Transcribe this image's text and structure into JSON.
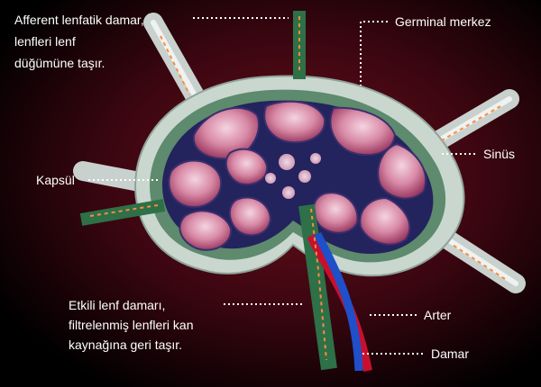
{
  "labels": {
    "afferent_line1": "Afferent lenfatik damar,",
    "afferent_line2": "lenfleri lenf",
    "afferent_line3": "düğümüne taşır.",
    "germinal": "Germinal merkez",
    "sinus": "Sinüs",
    "kapsul": "Kapsül",
    "efferent_line1": "Etkili lenf damarı,",
    "efferent_line2": "filtrelenmiş lenfleri kan",
    "efferent_line3": "kaynağına geri taşır.",
    "arter": "Arter",
    "damar": "Damar"
  },
  "colors": {
    "background_center": "#5e0c16",
    "background_edge": "#000000",
    "capsule": "#c9d7cf",
    "cortex_green": "#5e8a6d",
    "vessel_green": "#2e7048",
    "medulla_navy": "#23235e",
    "follicle_pink": "#d88aa6",
    "artery_red": "#c8102e",
    "vein_blue": "#1f4fc9",
    "arrow_orange": "#ff8a3c"
  }
}
